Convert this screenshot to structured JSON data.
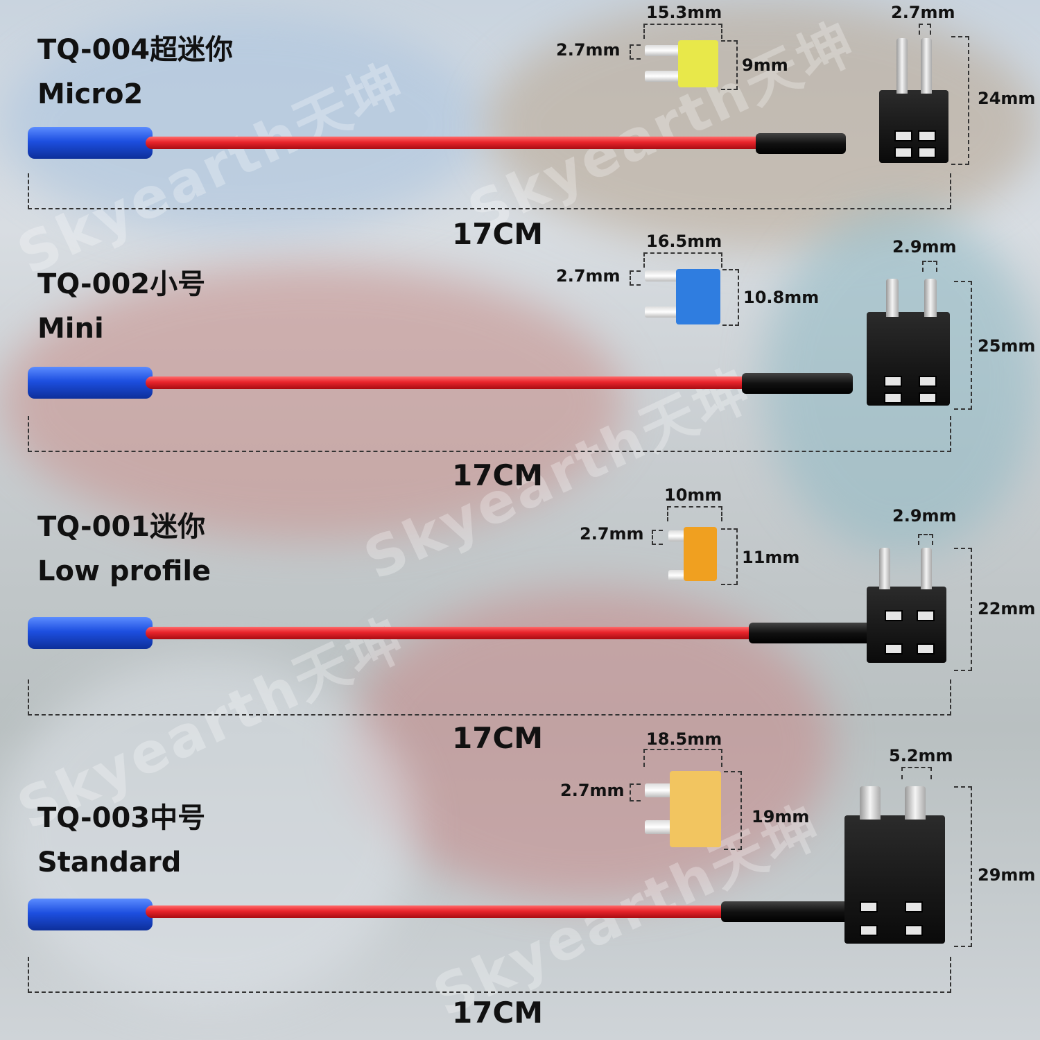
{
  "watermark": "Skyearth天坤",
  "items": [
    {
      "model": "TQ-004超迷你",
      "type": "Micro2",
      "length": "17CM",
      "fuse_width": "15.3mm",
      "fuse_height": "9mm",
      "fuse_gap": "2.7mm",
      "holder_gap": "2.7mm",
      "holder_height": "24mm",
      "fuse_color": "#e8e84a"
    },
    {
      "model": "TQ-002小号",
      "type": "Mini",
      "length": "17CM",
      "fuse_width": "16.5mm",
      "fuse_height": "10.8mm",
      "fuse_gap": "2.7mm",
      "holder_gap": "2.9mm",
      "holder_height": "25mm",
      "fuse_color": "#2f7de0"
    },
    {
      "model": "TQ-001迷你",
      "type": "Low profile",
      "length": "17CM",
      "fuse_width": "10mm",
      "fuse_height": "11mm",
      "fuse_gap": "2.7mm",
      "holder_gap": "2.9mm",
      "holder_height": "22mm",
      "fuse_color": "#f0a020"
    },
    {
      "model": "TQ-003中号",
      "type": "Standard",
      "length": "17CM",
      "fuse_width": "18.5mm",
      "fuse_height": "19mm",
      "fuse_gap": "2.7mm",
      "holder_gap": "5.2mm",
      "holder_height": "29mm",
      "fuse_color": "#f2c560"
    }
  ]
}
